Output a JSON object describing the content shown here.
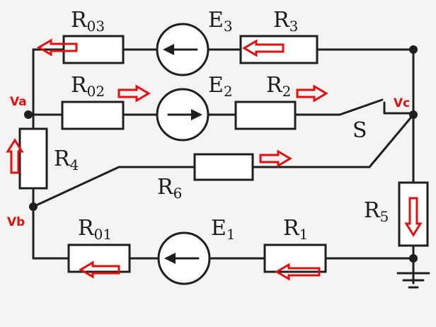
{
  "nodes": {
    "va": "Va",
    "vb": "Vb",
    "vc": "Vc"
  },
  "components": {
    "r03": {
      "main": "R",
      "sub": "03"
    },
    "e3": {
      "main": "E",
      "sub": "3"
    },
    "r3": {
      "main": "R",
      "sub": "3"
    },
    "r02": {
      "main": "R",
      "sub": "02"
    },
    "e2": {
      "main": "E",
      "sub": "2"
    },
    "r2": {
      "main": "R",
      "sub": "2"
    },
    "s": {
      "main": "S"
    },
    "r4": {
      "main": "R",
      "sub": "4"
    },
    "r6": {
      "main": "R",
      "sub": "6"
    },
    "r5": {
      "main": "R",
      "sub": "5"
    },
    "r01": {
      "main": "R",
      "sub": "01"
    },
    "e1": {
      "main": "E",
      "sub": "1"
    },
    "r1": {
      "main": "R",
      "sub": "1"
    }
  },
  "current_arrows": {
    "r03": "left",
    "e3": "left",
    "r02": "right",
    "r2": "right",
    "r4": "up",
    "r6": "right",
    "r5": "down",
    "r01": "left",
    "r1": "left"
  },
  "source_direction": {
    "e3": "left",
    "e2": "right",
    "e1": "left"
  },
  "colors": {
    "wire": "#1f1f1f",
    "arrow": "#e01010",
    "node_label": "#e01010"
  }
}
